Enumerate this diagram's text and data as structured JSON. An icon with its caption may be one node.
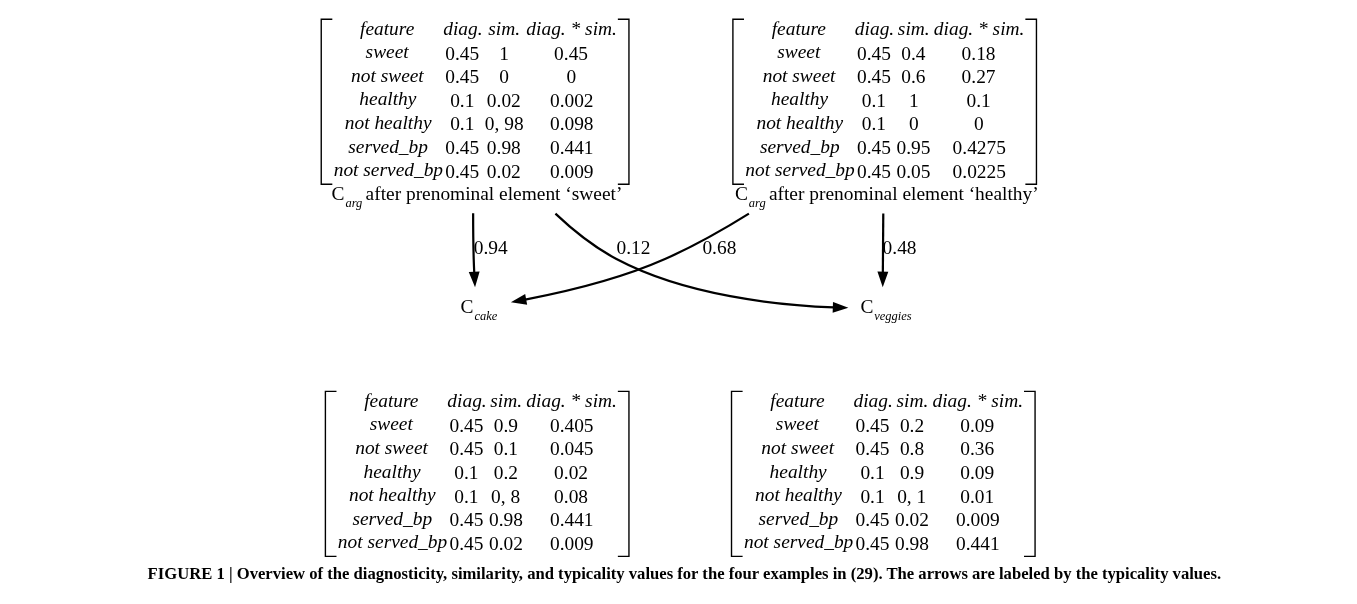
{
  "diagram": {
    "caption": "FIGURE 1 | Overview of the diagnosticity, similarity, and typicality values for the four examples in (29). The arrows are labeled by the typicality values.",
    "nodes": [
      {
        "text": [
          "feature",
          "diag.",
          "sim.",
          "diag. * sim.",
          "sweet",
          "0.45",
          "1",
          "0.45",
          "not sweet",
          "0.45",
          "0",
          "0",
          "healthy",
          "0.1",
          "0.02",
          "0.002",
          "not healthy",
          "0.1",
          "0, 98",
          "0.098",
          "served_bp",
          "0.45",
          "0.98",
          "0.441",
          "not served_bp",
          "0.45",
          "0.02",
          "0.009",
          "C$_{arg}$ after prenominal element ‘sweet’"
        ]
      },
      {
        "text": [
          "feature",
          "diag.",
          "sim.",
          "diag. * sim.",
          "sweet",
          "0.45",
          "0.4",
          "0.18",
          "not sweet",
          "0.45",
          "0.6",
          "0.27",
          "healthy",
          "0.1",
          "1",
          "0.1",
          "not healthy",
          "0.1",
          "0",
          "0",
          "served_bp",
          "0.45",
          "0.95",
          "0.4275",
          "not served_bp",
          "0.45",
          "0.05",
          "0.0225",
          "C$_{arg}$ after prenominal element ‘healthy’"
        ]
      },
      {
        "text": [
          "C$_{cake}$"
        ]
      },
      {
        "text": [
          "C$_{veggies}$"
        ]
      },
      {
        "text": [
          "feature",
          "diag.",
          "sim.",
          "diag. * sim.",
          "sweet",
          "0.45",
          "0.9",
          "0.405",
          "not sweet",
          "0.45",
          "0.1",
          "0.045",
          "healthy",
          "0.1",
          "0.2",
          "0.02",
          "not healthy",
          "0.1",
          "0, 8",
          "0.08",
          "served_bp",
          "0.45",
          "0.98",
          "0.441",
          "not served_bp",
          "0.45",
          "0.02",
          "0.009"
        ]
      },
      {
        "text": [
          "feature",
          "diag.",
          "sim.",
          "diag. * sim.",
          "sweet",
          "0.45",
          "0.2",
          "0.09",
          "not sweet",
          "0.45",
          "0.8",
          "0.36",
          "healthy",
          "0.1",
          "0.9",
          "0.09",
          "not healthy",
          "0.1",
          "0, 1",
          "0.01",
          "served_bp",
          "0.45",
          "0.02",
          "0.009",
          "not served_bp",
          "0.45",
          "0.98",
          "0.441"
        ]
      }
    ],
    "edges": [
      {
        "from": 0,
        "to": 2,
        "arrow": "to",
        "label": "0.94"
      },
      {
        "from": 0,
        "to": 3,
        "arrow": "to",
        "label": "0.12"
      },
      {
        "from": 1,
        "to": 2,
        "arrow": "to",
        "label": "0.68"
      },
      {
        "from": 1,
        "to": 3,
        "arrow": "to",
        "label": "0.48"
      }
    ]
  }
}
